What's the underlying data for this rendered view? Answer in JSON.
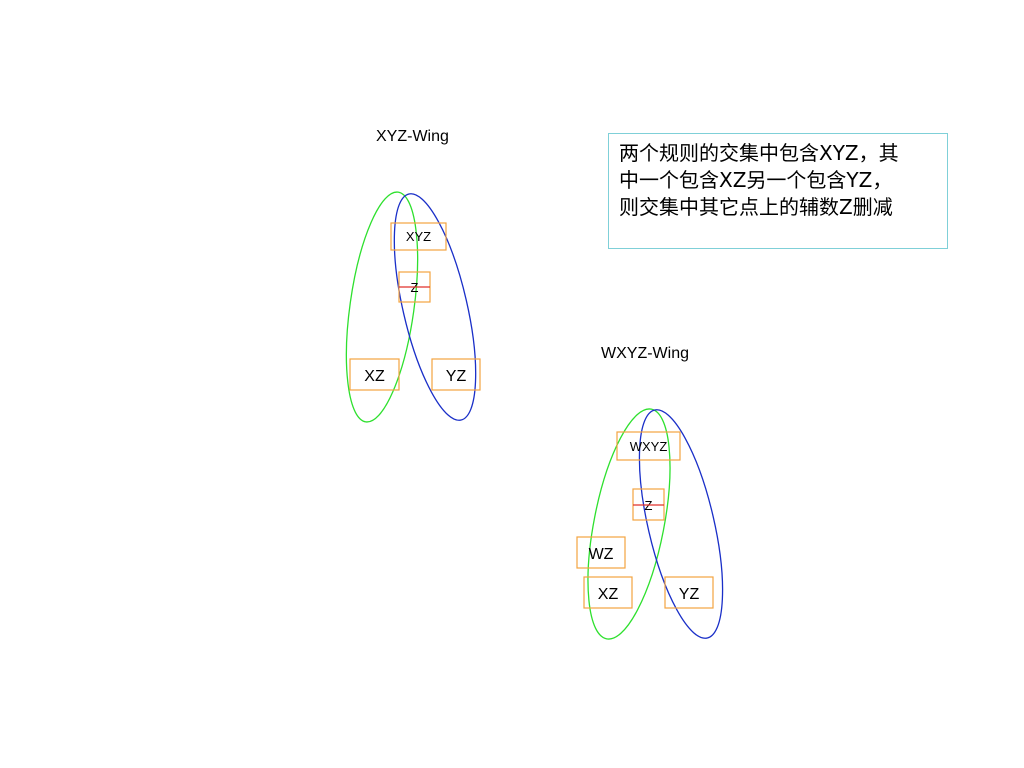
{
  "diagrams": [
    {
      "id": "xyz-wing",
      "title": "XYZ-Wing",
      "pivot": "XYZ",
      "eliminated": "Z",
      "wings": [
        "XZ",
        "YZ"
      ]
    },
    {
      "id": "wxyz-wing",
      "title": "WXYZ-Wing",
      "pivot": "WXYZ",
      "eliminated": "Z",
      "wings": [
        "WZ",
        "XZ",
        "YZ"
      ]
    }
  ],
  "note": {
    "lines": [
      "两个规则的交集中包含XYZ，其",
      "中一个包含XZ另一个包含YZ，",
      "则交集中其它点上的辅数Z删减"
    ]
  },
  "colors": {
    "green_ellipse": "#2ee02e",
    "blue_ellipse": "#1a2fc8",
    "box_border": "#f4a340",
    "strike": "#e0302a",
    "note_border": "#7fd0d8"
  }
}
